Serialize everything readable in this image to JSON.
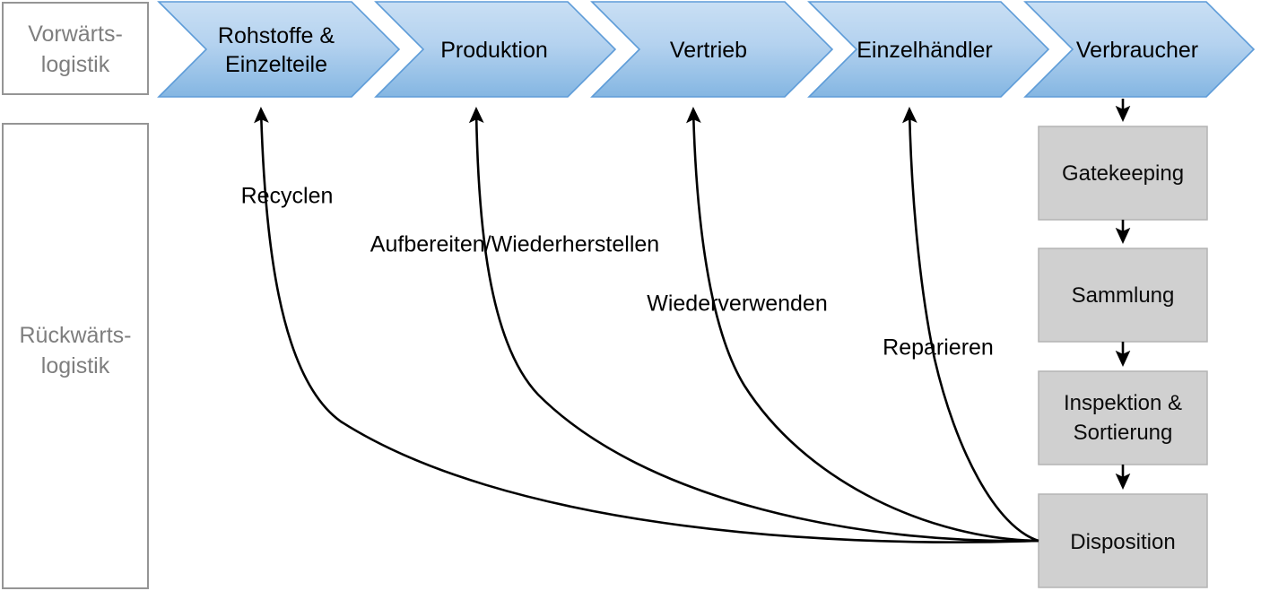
{
  "diagram": {
    "title": "Vorwaerts- und Rueckwaertslogistik Kreislauf",
    "colors": {
      "chevron_top": "#c3dbf2",
      "chevron_bottom": "#7fb2e0",
      "chevron_stroke": "#4f93d6",
      "box_fill": "#d0d0d0",
      "box_stroke": "#b4b4b4",
      "side_box_stroke": "#959595",
      "side_label_color": "#7e7e7e",
      "arrow_color": "#000000"
    }
  },
  "sidebar": {
    "items": [
      {
        "id": "forward-logistics",
        "line1": "Vorwärts-",
        "line2": "logistik"
      },
      {
        "id": "reverse-logistics",
        "line1": "Rückwärts-",
        "line2": "logistik"
      }
    ]
  },
  "forward_chain": {
    "stages": [
      {
        "id": "stage-raw-materials",
        "line1": "Rohstoffe &",
        "line2": "Einzelteile"
      },
      {
        "id": "stage-production",
        "line1": "Produktion",
        "line2": ""
      },
      {
        "id": "stage-distribution",
        "line1": "Vertrieb",
        "line2": ""
      },
      {
        "id": "stage-retailer",
        "line1": "Einzelhändler",
        "line2": ""
      },
      {
        "id": "stage-consumer",
        "line1": "Verbraucher",
        "line2": ""
      }
    ]
  },
  "reverse_chain": {
    "boxes": [
      {
        "id": "box-gatekeeping",
        "line1": "Gatekeeping",
        "line2": ""
      },
      {
        "id": "box-collection",
        "line1": "Sammlung",
        "line2": ""
      },
      {
        "id": "box-inspection",
        "line1": "Inspektion &",
        "line2": "Sortierung"
      },
      {
        "id": "box-disposition",
        "line1": "Disposition",
        "line2": ""
      }
    ]
  },
  "recovery_flows": {
    "labels": [
      {
        "id": "flow-recycle",
        "label": "Recyclen",
        "target": "stage-raw-materials"
      },
      {
        "id": "flow-refurbish",
        "label": "Aufbereiten/Wiederherstellen",
        "target": "stage-production"
      },
      {
        "id": "flow-reuse",
        "label": "Wiederverwenden",
        "target": "stage-distribution"
      },
      {
        "id": "flow-repair",
        "label": "Reparieren",
        "target": "stage-retailer"
      }
    ]
  }
}
